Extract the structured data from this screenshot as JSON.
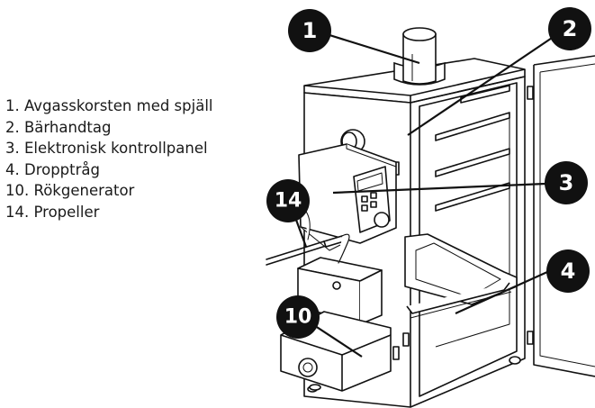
{
  "legend": [
    "1. Avgasskorsten med spjäll",
    "2. Bärhandtag",
    "3. Elektronisk kontrollpanel",
    "4. Dropptråg",
    "10. Rökgenerator",
    "14. Propeller"
  ],
  "callouts": [
    "1",
    "2",
    "3",
    "4",
    "10",
    "14"
  ],
  "colors": {
    "badge": "#111111",
    "badge_text": "#ffffff",
    "line": "#111111"
  }
}
